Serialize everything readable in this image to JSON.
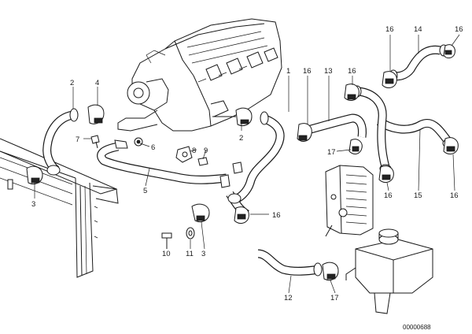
{
  "diagram": {
    "document_code": "00000688",
    "callouts": [
      {
        "id": "c1",
        "label": "1"
      },
      {
        "id": "c2a",
        "label": "2"
      },
      {
        "id": "c2b",
        "label": "2"
      },
      {
        "id": "c3a",
        "label": "3"
      },
      {
        "id": "c3b",
        "label": "3"
      },
      {
        "id": "c4",
        "label": "4"
      },
      {
        "id": "c5",
        "label": "5"
      },
      {
        "id": "c6",
        "label": "6"
      },
      {
        "id": "c7",
        "label": "7"
      },
      {
        "id": "c8",
        "label": "8"
      },
      {
        "id": "c9",
        "label": "9"
      },
      {
        "id": "c10",
        "label": "10"
      },
      {
        "id": "c11",
        "label": "11"
      },
      {
        "id": "c12",
        "label": "12"
      },
      {
        "id": "c13",
        "label": "13"
      },
      {
        "id": "c14",
        "label": "14"
      },
      {
        "id": "c15",
        "label": "15"
      },
      {
        "id": "c16a",
        "label": "16"
      },
      {
        "id": "c16b",
        "label": "16"
      },
      {
        "id": "c16c",
        "label": "16"
      },
      {
        "id": "c16d",
        "label": "16"
      },
      {
        "id": "c16e",
        "label": "16"
      },
      {
        "id": "c16f",
        "label": "16"
      },
      {
        "id": "c16g",
        "label": "16"
      },
      {
        "id": "c17a",
        "label": "17"
      },
      {
        "id": "c17b",
        "label": "17"
      }
    ]
  }
}
